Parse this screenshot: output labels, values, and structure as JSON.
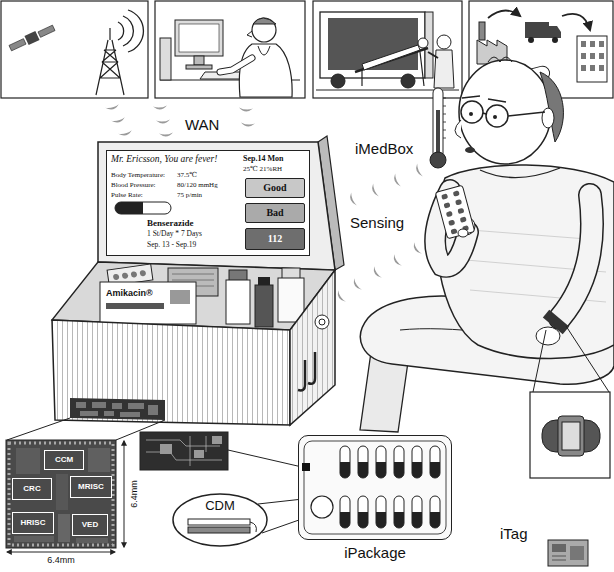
{
  "diagram": {
    "nodes": [
      {
        "text": [
          "Mr. Ericsson, You are fever!",
          "Sep.14 Mon",
          "25℃ 21%RH",
          "Body Temperature:",
          "37.5℃",
          "Blood Pressure:",
          "80/120 mmHg",
          "Pulse Rate:",
          "75 p/min",
          "Benserazide",
          "1 St/Day * 7 Days",
          "Sep. 13 - Sep.19"
        ]
      },
      {
        "text": [
          "Good"
        ],
        "in": 0
      },
      {
        "text": [
          "Bad"
        ],
        "in": 0
      },
      {
        "text": [
          "112"
        ],
        "in": 0
      },
      {
        "text": [
          "CCM"
        ]
      },
      {
        "text": [
          "CRC"
        ]
      },
      {
        "text": [
          "MRISC"
        ]
      },
      {
        "text": [
          "HRISC"
        ]
      },
      {
        "text": [
          "VED"
        ]
      },
      {
        "text": [
          "CDM"
        ]
      },
      {
        "text": [
          "iPackage"
        ]
      }
    ],
    "labels": [
      "WAN",
      "iMedBox",
      "Sensing",
      "Amikacin®",
      "6.4mm",
      "6.4mm",
      "iTag"
    ]
  }
}
